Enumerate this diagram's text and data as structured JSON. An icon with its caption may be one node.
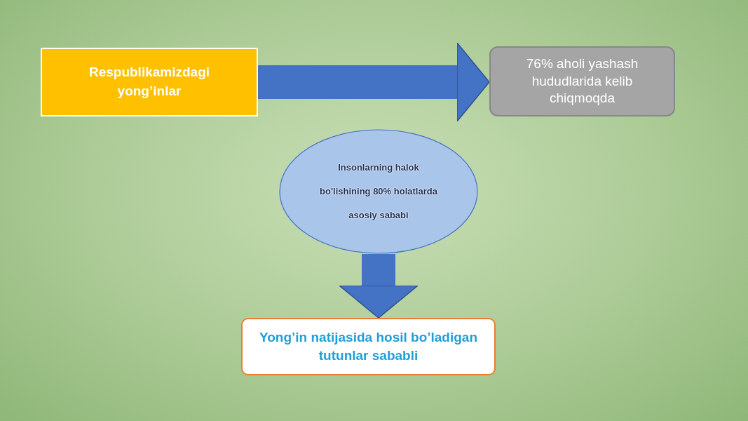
{
  "diagram": {
    "nodes": [
      {
        "text": [
          "Respublikamizdagi yong’inlar"
        ]
      },
      {
        "text": [
          "76% aholi yashash hududlarida kelib chiqmoqda"
        ]
      },
      {
        "text": [
          "Insonlarning halok bo'lishining 80% holatlarda asosiy sababi"
        ]
      },
      {
        "text": [
          "Yong’in natijasida hosil bo’ladigan tutunlar sababli"
        ]
      }
    ],
    "edges": [
      {
        "from": 0,
        "to": 1,
        "arrow": "to"
      },
      {
        "from": 2,
        "to": 3,
        "arrow": "to"
      }
    ]
  }
}
